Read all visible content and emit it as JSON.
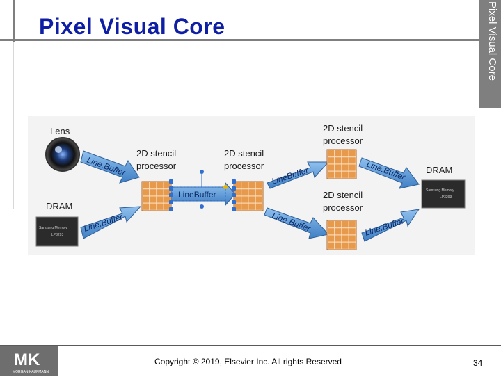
{
  "slide": {
    "title": "Pixel Visual Core",
    "side_tab": "Pixel Visual Core",
    "copyright": "Copyright © 2019, Elsevier Inc. All rights Reserved",
    "page_number": "34",
    "logo_text": "MK",
    "logo_subtext": "MORGAN KAUFMANN"
  },
  "diagram": {
    "lens_label": "Lens",
    "dram_left_label": "DRAM",
    "dram_right_label": "DRAM",
    "stencil1": "2D stencil",
    "stencil1b": "processor",
    "stencil2": "2D stencil",
    "stencil2b": "processor",
    "stencil_top": "2D stencil",
    "stencil_topb": "processor",
    "stencil_bottom": "2D stencil",
    "stencil_bottomb": "processor",
    "linebuffer": "LineBuffer",
    "arrow_label": "Line.Buffer",
    "arrow_label_alt": "LineBuffer",
    "chip_label": "Samsung Memory",
    "chip_code": "LP3293"
  },
  "colors": {
    "title": "#0f1fa5",
    "grid_fill": "#e89a4c",
    "arrow_fill": "#5b9bd5"
  }
}
